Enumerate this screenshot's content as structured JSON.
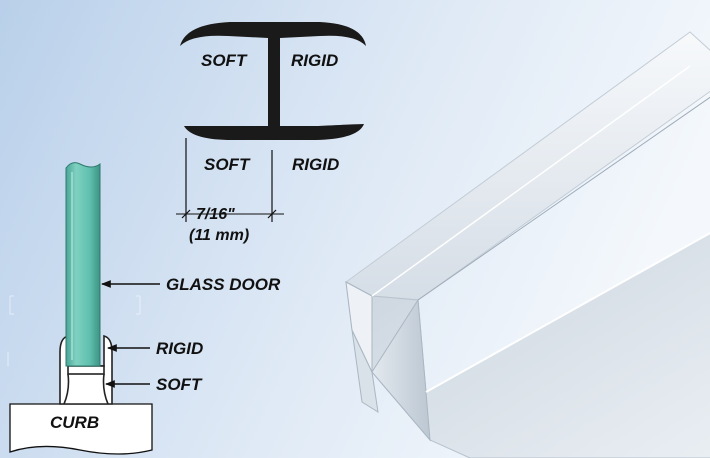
{
  "colors": {
    "background_left": "#b9d0ea",
    "background_right": "#f4f8fc",
    "glass": "#5fbfae",
    "seal_outline": "#222222",
    "profile_fill": "#1a1a1a"
  },
  "profile": {
    "top_left_label": "SOFT",
    "top_right_label": "RIGID",
    "bottom_left_label": "SOFT",
    "bottom_right_label": "RIGID",
    "dimension_imperial": "7/16\"",
    "dimension_metric": "(11 mm)"
  },
  "install": {
    "glass_label": "GLASS DOOR",
    "rigid_label": "RIGID",
    "soft_label": "SOFT",
    "curb_label": "CURB"
  },
  "icons": {
    "profile": "h-profile-cross-section-icon",
    "extrusion": "clear-seal-extrusion-photo",
    "glass": "glass-panel-icon"
  }
}
